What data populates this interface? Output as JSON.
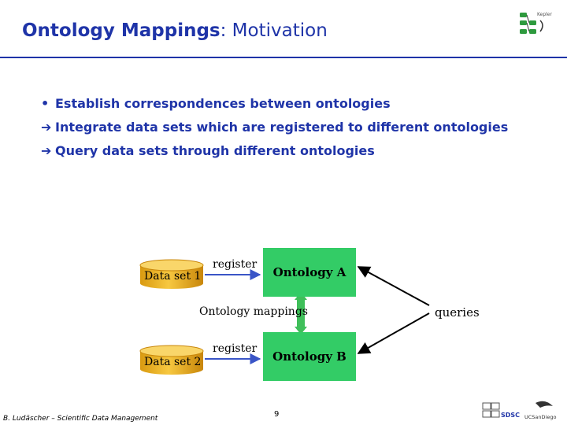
{
  "slide": {
    "title_bold": "Ontology Mappings",
    "title_rest": ": Motivation",
    "bullets": [
      {
        "marker": "•",
        "text": "Establish correspondences between ontologies"
      },
      {
        "marker": "➔",
        "text": "Integrate data sets which are registered to different ontologies"
      },
      {
        "marker": "➔",
        "text": "Query data sets through different ontologies"
      }
    ],
    "footer": "B. Ludäscher – Scientific Data Management",
    "page_number": "9",
    "logos": {
      "top_right": "Kepler",
      "bottom_sdsc": "SDSC",
      "bottom_ucsd": "UCSanDiego"
    }
  },
  "diagram": {
    "dataset1": "Data set 1",
    "dataset2": "Data set 2",
    "register1": "register",
    "register2": "register",
    "ontologyA": "Ontology A",
    "ontologyB": "Ontology B",
    "mappings": "Ontology mappings",
    "queries": "queries"
  },
  "colors": {
    "title": "#1f34a8",
    "box_green": "#33cc66",
    "cylinder": "#f2b51b",
    "arrow_blue": "#3a55c7"
  }
}
